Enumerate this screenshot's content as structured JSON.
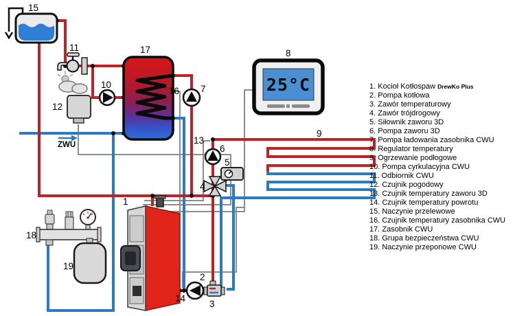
{
  "diagram": {
    "labels": {
      "n1": "1",
      "n2": "2",
      "n3": "3",
      "n4": "4",
      "n5": "5",
      "n6": "6",
      "n7": "7",
      "n8": "8",
      "n9": "9",
      "n10": "10",
      "n11": "11",
      "n12": "12",
      "n13": "13",
      "n14": "14",
      "n15": "15",
      "n16": "16",
      "n17": "17",
      "n18": "18",
      "n19": "19"
    },
    "zwu_label": "ZWU",
    "regulator": {
      "display_value": "25°C"
    },
    "colors": {
      "pipe_hot": "#c42127",
      "pipe_cold": "#2b7bc4",
      "wire": "#8c8c8c",
      "boiler_red": "#e1251b",
      "screen_blue": "#4a8fd3"
    }
  },
  "legend": {
    "items": [
      {
        "n": "1.",
        "t": "Kocioł Kotłospaw",
        "b": "DrewKo Plus"
      },
      {
        "n": "2.",
        "t": "Pompa kotłowa"
      },
      {
        "n": "3.",
        "t": "Zawór temperaturowy"
      },
      {
        "n": "4.",
        "t": "Zawór trójdrogowy"
      },
      {
        "n": "5.",
        "t": "Siłownik zaworu 3D"
      },
      {
        "n": "6.",
        "t": "Pompa zaworu 3D"
      },
      {
        "n": "7.",
        "t": "Pompa ładowania zasobnika CWU"
      },
      {
        "n": "8.",
        "t": "Regulator temperatury"
      },
      {
        "n": "9.",
        "t": "Ogrzewanie podłogowe"
      },
      {
        "n": "10.",
        "t": "Pompa cyrkulacyjna CWU"
      },
      {
        "n": "11.",
        "t": "Odbiornik CWU"
      },
      {
        "n": "12.",
        "t": "Czujnik pogodowy"
      },
      {
        "n": "13.",
        "t": "Czujnik temperatury zaworu 3D"
      },
      {
        "n": "14.",
        "t": "Czujnik temperatury powrotu"
      },
      {
        "n": "15.",
        "t": "Naczynie przelewowe"
      },
      {
        "n": "16.",
        "t": "Czujnik temperatury zasobnika CWU"
      },
      {
        "n": "17.",
        "t": "Zasobnik CWU"
      },
      {
        "n": "18.",
        "t": "Grupa bezpieczeństwa CWU"
      },
      {
        "n": "19.",
        "t": "Naczynie przeponowe CWU"
      }
    ]
  }
}
